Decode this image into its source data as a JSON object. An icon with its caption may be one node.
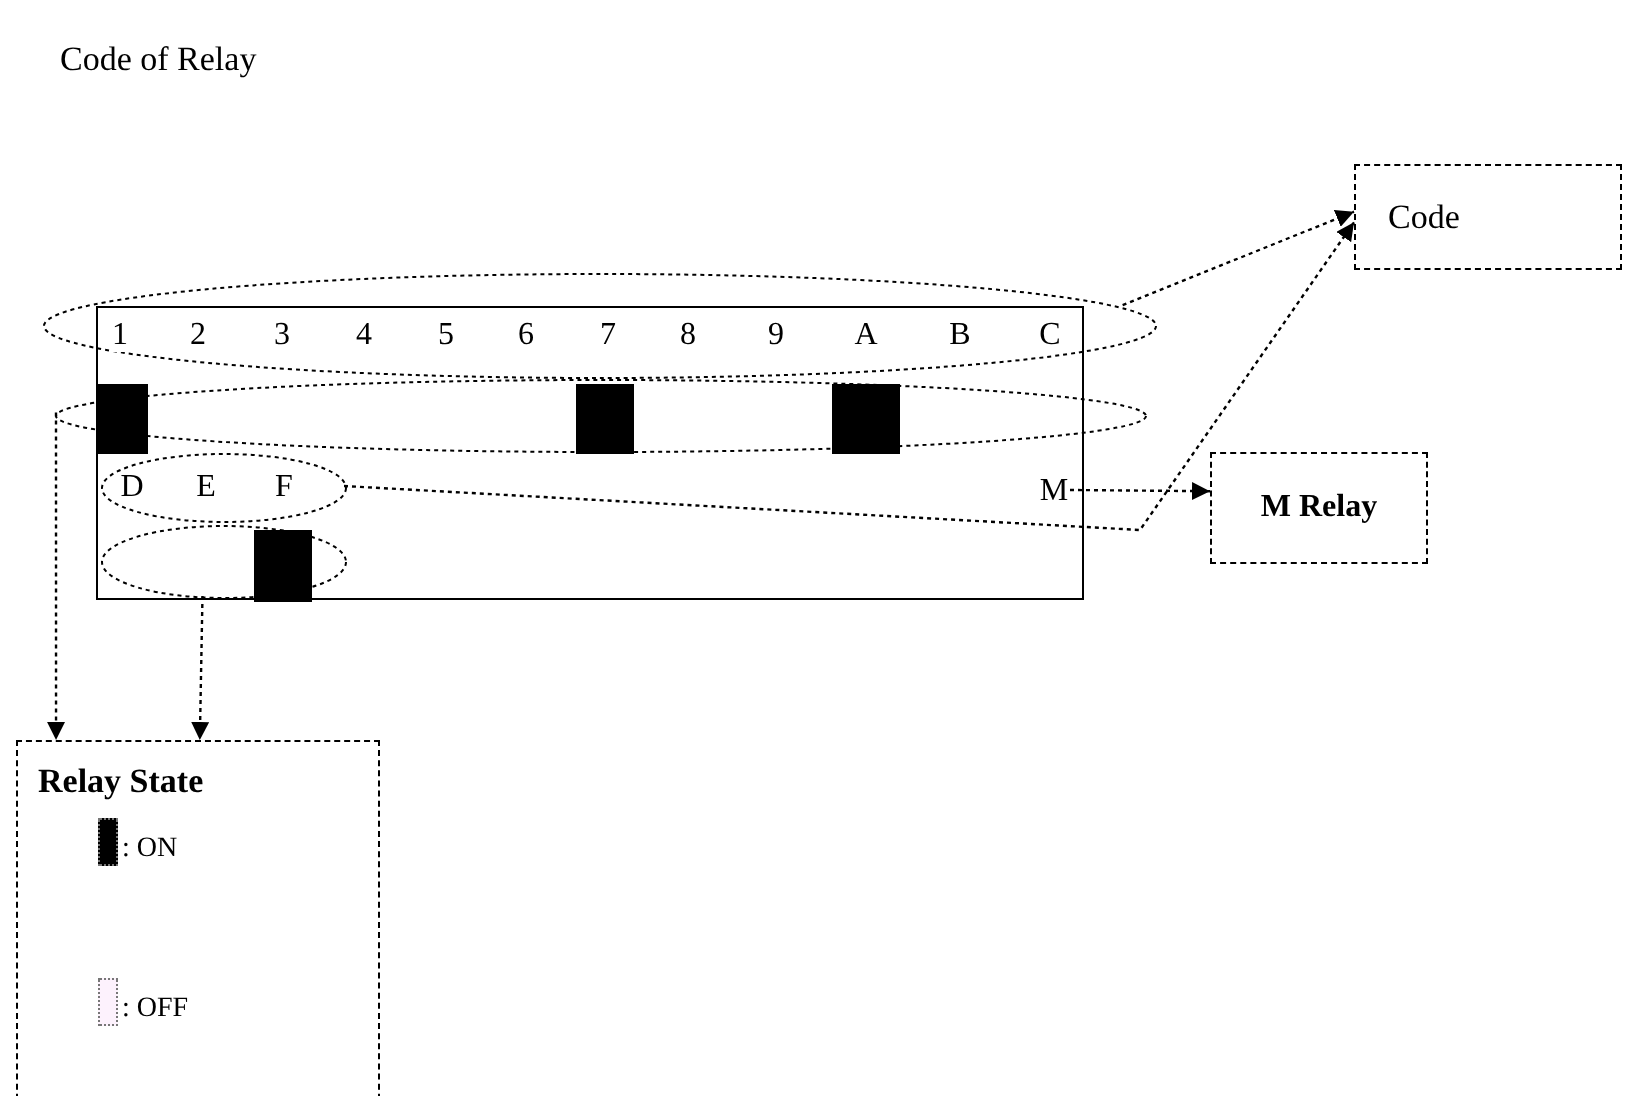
{
  "diagram": {
    "title": "Code of Relay",
    "nodes": [
      {
        "text": [],
        "shape": "box"
      },
      {
        "text": [
          "1",
          "2",
          "3",
          "4",
          "5",
          "6",
          "7",
          "8",
          "9",
          "A",
          "B",
          "C"
        ]
      },
      {
        "text": [],
        "shape": "ellipse"
      },
      {
        "text": [
          "D",
          "E",
          "F"
        ],
        "in": 0
      },
      {
        "text": [],
        "shape": "ellipse",
        "in": 0
      },
      {
        "text": [
          "M"
        ],
        "in": 0
      },
      {
        "text": [
          "Code"
        ]
      },
      {
        "text": [
          "M Relay"
        ]
      },
      {
        "text": [
          "Relay State"
        ]
      }
    ],
    "edges": [
      {
        "from": 1,
        "to": 6,
        "arrow": "to"
      },
      {
        "from": 3,
        "to": 6,
        "arrow": "to"
      },
      {
        "from": 5,
        "to": 7,
        "arrow": "to"
      },
      {
        "from": 2,
        "to": 8,
        "arrow": "to"
      },
      {
        "from": 4,
        "to": 8,
        "arrow": "to"
      }
    ],
    "legend": [
      {
        "text": ": ON",
        "color": "#000000"
      },
      {
        "text": ": OFF",
        "color": "#fdf2fd"
      }
    ]
  }
}
